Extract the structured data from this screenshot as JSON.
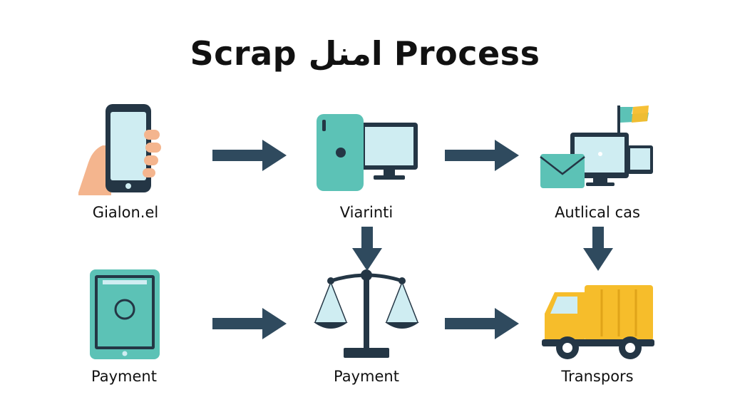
{
  "title": "Scrap امنل Process",
  "colors": {
    "teal": "#5CC2B6",
    "light_teal": "#CFEDF2",
    "navy": "#243645",
    "arrow": "#2F4A5E",
    "hand": "#F4B58E",
    "truck_yellow": "#F6BD2B",
    "flag": "#F6BD2B"
  },
  "nodes": [
    {
      "id": "phone",
      "label": "Gialon.el",
      "icon": "phone-in-hand-icon"
    },
    {
      "id": "devices",
      "label": "Viarinti",
      "icon": "phone-and-monitor-icon"
    },
    {
      "id": "electronics",
      "label": "Autlical cas",
      "icon": "electronics-bundle-icon"
    },
    {
      "id": "tablet",
      "label": "Payment",
      "icon": "tablet-icon"
    },
    {
      "id": "scale",
      "label": "Payment",
      "icon": "balance-scale-icon"
    },
    {
      "id": "truck",
      "label": "Transpors",
      "icon": "delivery-truck-icon"
    }
  ],
  "connections": [
    {
      "from": "phone",
      "to": "devices",
      "direction": "right"
    },
    {
      "from": "devices",
      "to": "electronics",
      "direction": "right"
    },
    {
      "from": "devices",
      "to": "scale",
      "direction": "down"
    },
    {
      "from": "electronics",
      "to": "truck",
      "direction": "down"
    },
    {
      "from": "tablet",
      "to": "scale",
      "direction": "right"
    },
    {
      "from": "scale",
      "to": "truck",
      "direction": "right"
    }
  ]
}
